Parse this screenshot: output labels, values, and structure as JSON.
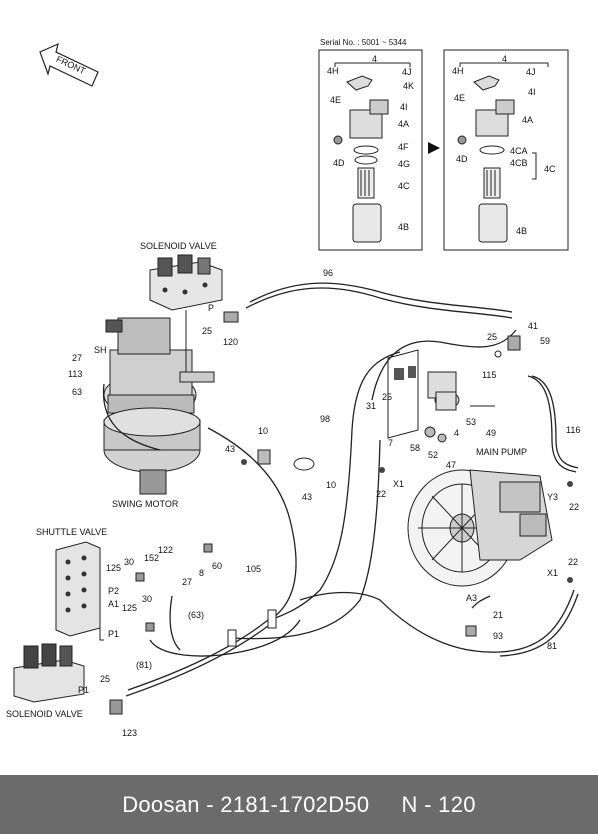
{
  "header": {
    "direction_label": "FRONT"
  },
  "inset": {
    "serial_label": "Serial No. : 5001 ~ 5344",
    "left_labels": [
      "4",
      "4H",
      "4J",
      "4K",
      "4E",
      "4I",
      "4A",
      "4F",
      "4G",
      "4D",
      "4C",
      "4B"
    ],
    "right_labels": [
      "4",
      "4H",
      "4J",
      "4E",
      "4I",
      "4A",
      "4CA",
      "4CB",
      "4C",
      "4D",
      "4B"
    ]
  },
  "captions": {
    "solenoid_valve_top": "SOLENOID VALVE",
    "swing_motor": "SWING MOTOR",
    "shuttle_valve": "SHUTTLE VALVE",
    "solenoid_valve_bottom": "SOLENOID VALVE",
    "main_pump": "MAIN PUMP"
  },
  "callouts": {
    "c96": "96",
    "c25a": "25",
    "cP1": "P",
    "c120": "120",
    "c41": "41",
    "c25b": "25",
    "c59": "59",
    "c115": "115",
    "c27": "27",
    "cSH": "SH",
    "c113": "113",
    "c63": "63",
    "c98": "98",
    "c31": "31",
    "c25c": "25",
    "c7": "7",
    "c53": "53",
    "c49": "49",
    "c116": "116",
    "c4": "4",
    "c58": "58",
    "c52": "52",
    "c47": "47",
    "c43a": "43",
    "c10a": "10",
    "c10b": "10",
    "c43b": "43",
    "c22a": "22",
    "cX1a": "X1",
    "cY3": "Y3",
    "c22b": "22",
    "c22c": "22",
    "cX1b": "X1",
    "c30a": "30",
    "c125a": "125",
    "cP2": "P2",
    "c122": "122",
    "c152": "152",
    "c27b": "27",
    "c8": "8",
    "c60": "60",
    "c105": "105",
    "cA1": "A1",
    "c30b": "30",
    "c125b": "125",
    "cP1b": "P1",
    "c63p": "(63)",
    "c81p": "(81)",
    "cA3": "A3",
    "c21": "21",
    "c93": "93",
    "c81": "81",
    "cP1c": "P1",
    "c25d": "25",
    "c123": "123"
  },
  "footer": {
    "brand": "Doosan",
    "sep": " - ",
    "part_number": "2181-1702D50",
    "page": "N - 120"
  }
}
